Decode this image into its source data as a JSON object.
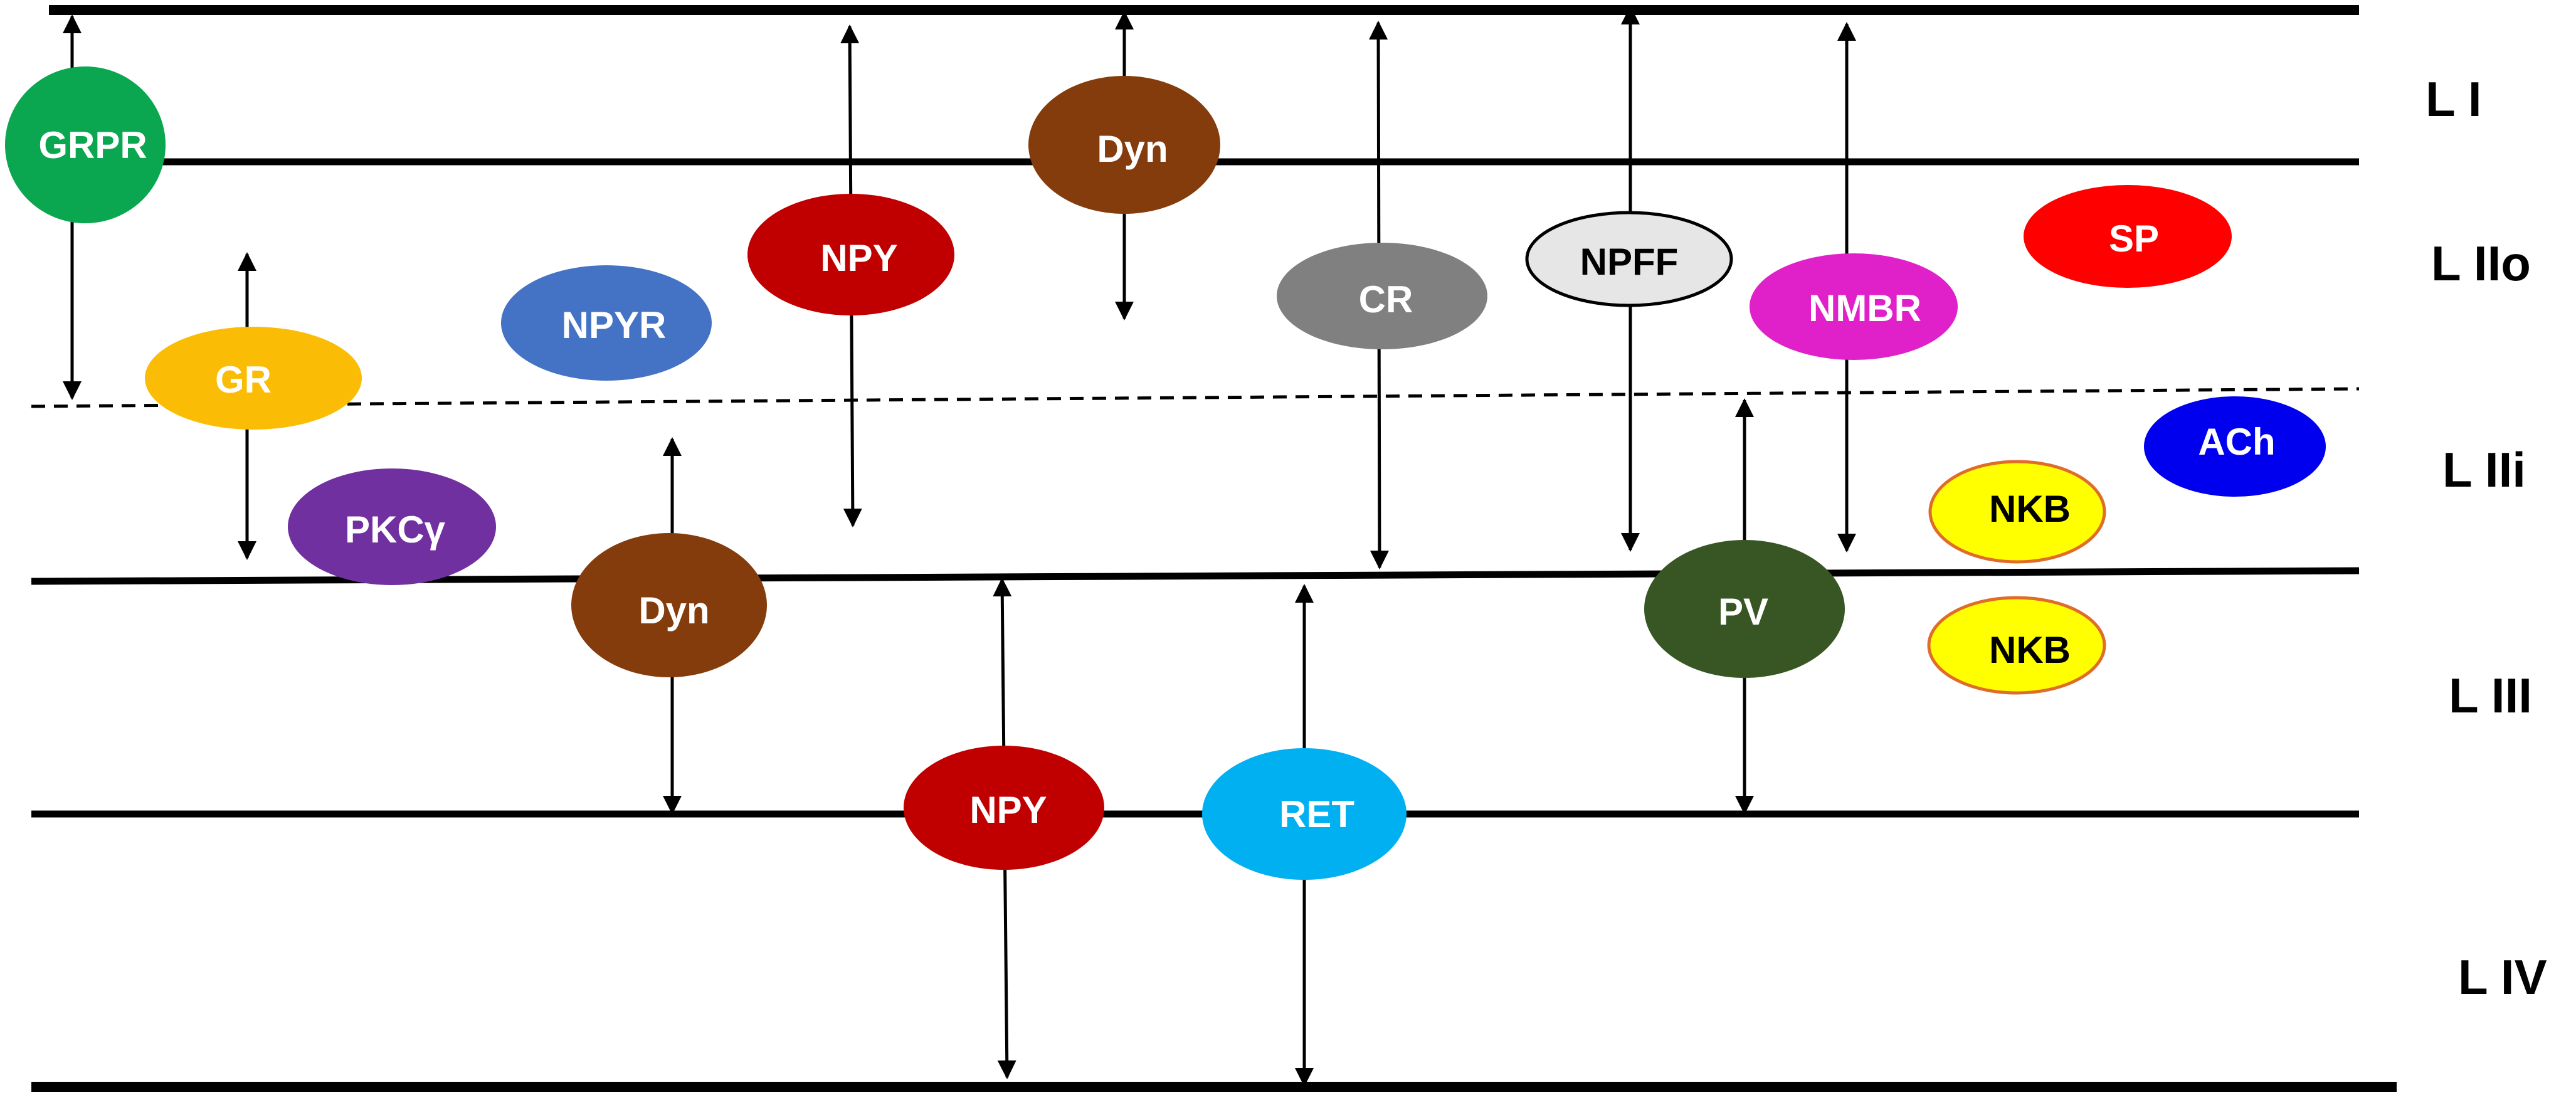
{
  "layers": [
    {
      "id": "l1",
      "label": "L I"
    },
    {
      "id": "l2o",
      "label": "L IIo"
    },
    {
      "id": "l2i",
      "label": "L IIi"
    },
    {
      "id": "l3",
      "label": "L III"
    },
    {
      "id": "l4",
      "label": "L IV"
    }
  ],
  "nodes": [
    {
      "id": "grpr",
      "label": "GRPR",
      "fill": "#0aa650",
      "text": "#ffffff"
    },
    {
      "id": "gr",
      "label": "GR",
      "fill": "#fbbc05",
      "text": "#ffffff"
    },
    {
      "id": "npyr",
      "label": "NPYR",
      "fill": "#4472c4",
      "text": "#ffffff"
    },
    {
      "id": "npy1",
      "label": "NPY",
      "fill": "#c00000",
      "text": "#ffffff"
    },
    {
      "id": "dyn1",
      "label": "Dyn",
      "fill": "#843c0c",
      "text": "#ffffff"
    },
    {
      "id": "cr",
      "label": "CR",
      "fill": "#808080",
      "text": "#ffffff"
    },
    {
      "id": "npff",
      "label": "NPFF",
      "fill": "#e6e6e6",
      "text": "#000000"
    },
    {
      "id": "nmbr",
      "label": "NMBR",
      "fill": "#e020c8",
      "text": "#ffffff"
    },
    {
      "id": "sp",
      "label": "SP",
      "fill": "#ff0000",
      "text": "#ffffff"
    },
    {
      "id": "ach",
      "label": "ACh",
      "fill": "#0000ee",
      "text": "#ffffff"
    },
    {
      "id": "pkcg",
      "label": "PKCγ",
      "fill": "#7030a0",
      "text": "#ffffff"
    },
    {
      "id": "dyn2",
      "label": "Dyn",
      "fill": "#843c0c",
      "text": "#ffffff"
    },
    {
      "id": "nkb1",
      "label": "NKB",
      "fill": "#ffff00",
      "text": "#000000"
    },
    {
      "id": "nkb2",
      "label": "NKB",
      "fill": "#ffff00",
      "text": "#000000"
    },
    {
      "id": "pv",
      "label": "PV",
      "fill": "#375623",
      "text": "#ffffff"
    },
    {
      "id": "npy2",
      "label": "NPY",
      "fill": "#c00000",
      "text": "#ffffff"
    },
    {
      "id": "ret",
      "label": "RET",
      "fill": "#00b0f0",
      "text": "#ffffff"
    }
  ]
}
